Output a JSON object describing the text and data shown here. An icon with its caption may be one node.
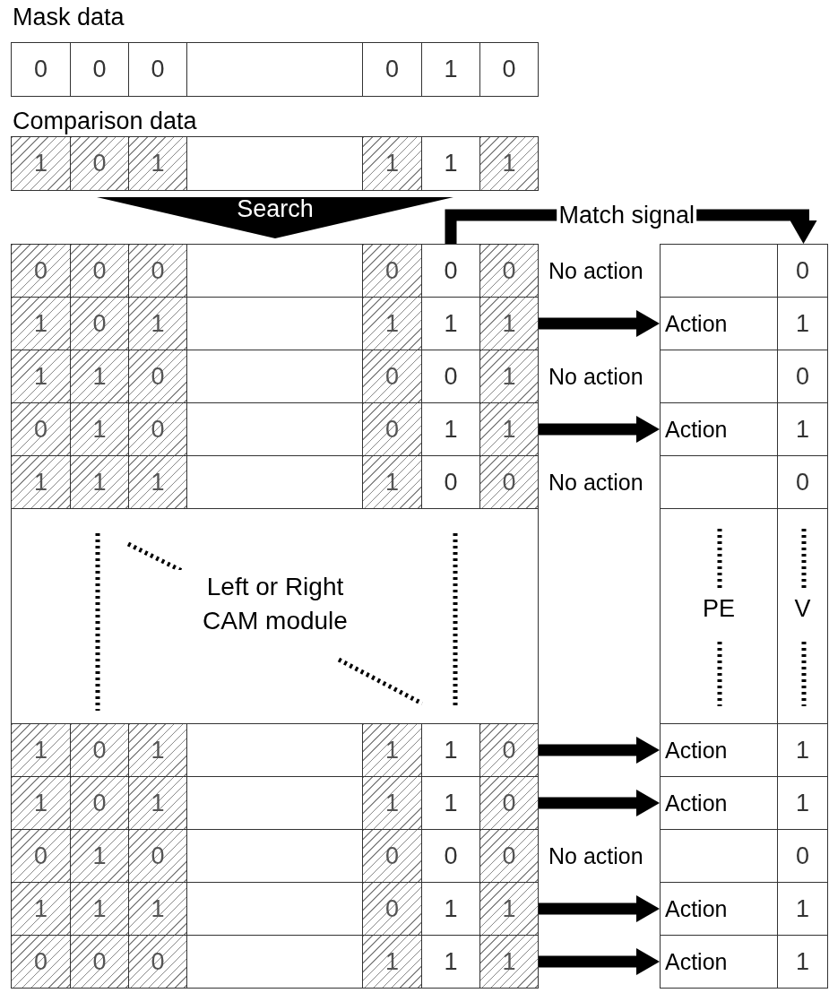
{
  "diagram": {
    "nodes": [
      {
        "text": [
          "Mask data",
          "0",
          "0",
          "0",
          "0",
          "1",
          "0"
        ]
      },
      {
        "text": [
          "Comparison data",
          "1",
          "0",
          "1",
          "1",
          "1",
          "1"
        ]
      },
      {
        "text": [
          "Search"
        ]
      },
      {
        "text": [
          "0",
          "0",
          "0",
          "0",
          "0",
          "0"
        ]
      },
      {
        "text": [],
        "shape": "box",
        "beside": [
          "No action"
        ]
      },
      {
        "text": [
          "0"
        ]
      },
      {
        "text": [
          "1",
          "0",
          "1",
          "1",
          "1",
          "1"
        ]
      },
      {
        "text": [
          "Action"
        ]
      },
      {
        "text": [
          "1"
        ]
      },
      {
        "text": [
          "1",
          "1",
          "0",
          "0",
          "0",
          "1"
        ]
      },
      {
        "text": [],
        "shape": "box",
        "beside": [
          "No action"
        ]
      },
      {
        "text": [
          "0"
        ]
      },
      {
        "text": [
          "0",
          "1",
          "0",
          "0",
          "1",
          "1"
        ]
      },
      {
        "text": [
          "Action"
        ]
      },
      {
        "text": [
          "1"
        ]
      },
      {
        "text": [
          "1",
          "1",
          "1",
          "1",
          "0",
          "0"
        ]
      },
      {
        "text": [],
        "shape": "box",
        "beside": [
          "No action"
        ]
      },
      {
        "text": [
          "0"
        ]
      },
      {
        "text": [
          "Left or Right CAM module"
        ]
      },
      {
        "text": [
          "PE"
        ]
      },
      {
        "text": [
          "V"
        ]
      },
      {
        "text": [
          "1",
          "0",
          "1",
          "1",
          "1",
          "0"
        ]
      },
      {
        "text": [
          "Action"
        ]
      },
      {
        "text": [
          "1"
        ]
      },
      {
        "text": [
          "1",
          "0",
          "1",
          "1",
          "1",
          "0"
        ]
      },
      {
        "text": [
          "Action"
        ]
      },
      {
        "text": [
          "1"
        ]
      },
      {
        "text": [
          "0",
          "1",
          "0",
          "0",
          "0",
          "0"
        ]
      },
      {
        "text": [],
        "shape": "box",
        "beside": [
          "No action"
        ]
      },
      {
        "text": [
          "0"
        ]
      },
      {
        "text": [
          "1",
          "1",
          "1",
          "0",
          "1",
          "1"
        ]
      },
      {
        "text": [
          "Action"
        ]
      },
      {
        "text": [
          "1"
        ]
      },
      {
        "text": [
          "0",
          "0",
          "0",
          "1",
          "1",
          "1"
        ]
      },
      {
        "text": [
          "Action"
        ]
      },
      {
        "text": [
          "1"
        ]
      }
    ],
    "edges": [
      {
        "from": 3,
        "to": 5,
        "arrow": "to",
        "label": "Match signal"
      },
      {
        "from": 6,
        "to": 7,
        "arrow": "to"
      },
      {
        "from": 12,
        "to": 13,
        "arrow": "to"
      },
      {
        "from": 21,
        "to": 22,
        "arrow": "to"
      },
      {
        "from": 24,
        "to": 25,
        "arrow": "to"
      },
      {
        "from": 30,
        "to": 31,
        "arrow": "to"
      },
      {
        "from": 33,
        "to": 34,
        "arrow": "to"
      }
    ]
  }
}
